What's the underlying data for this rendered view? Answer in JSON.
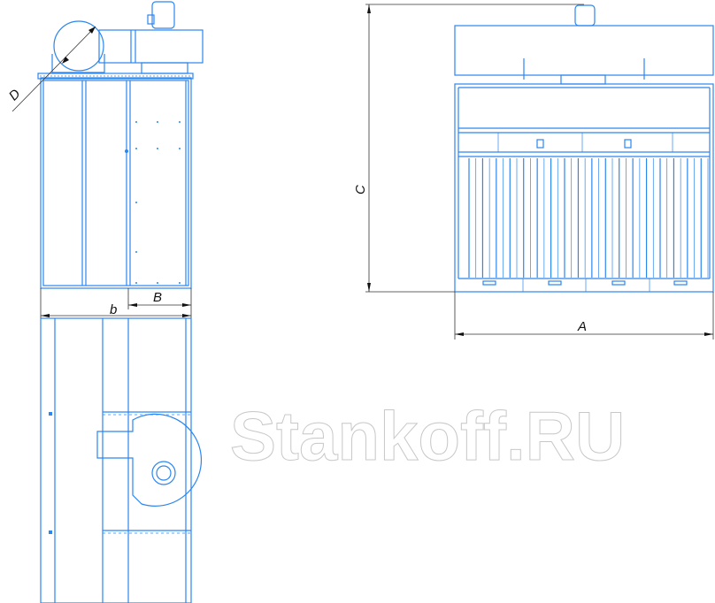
{
  "drawing": {
    "dimensions": {
      "D": "D",
      "b": "b",
      "B": "B",
      "C": "C",
      "A": "A"
    },
    "watermark": "Stankoff.RU",
    "line_color": "#2b86ee",
    "front_view_slat_count": 36
  }
}
